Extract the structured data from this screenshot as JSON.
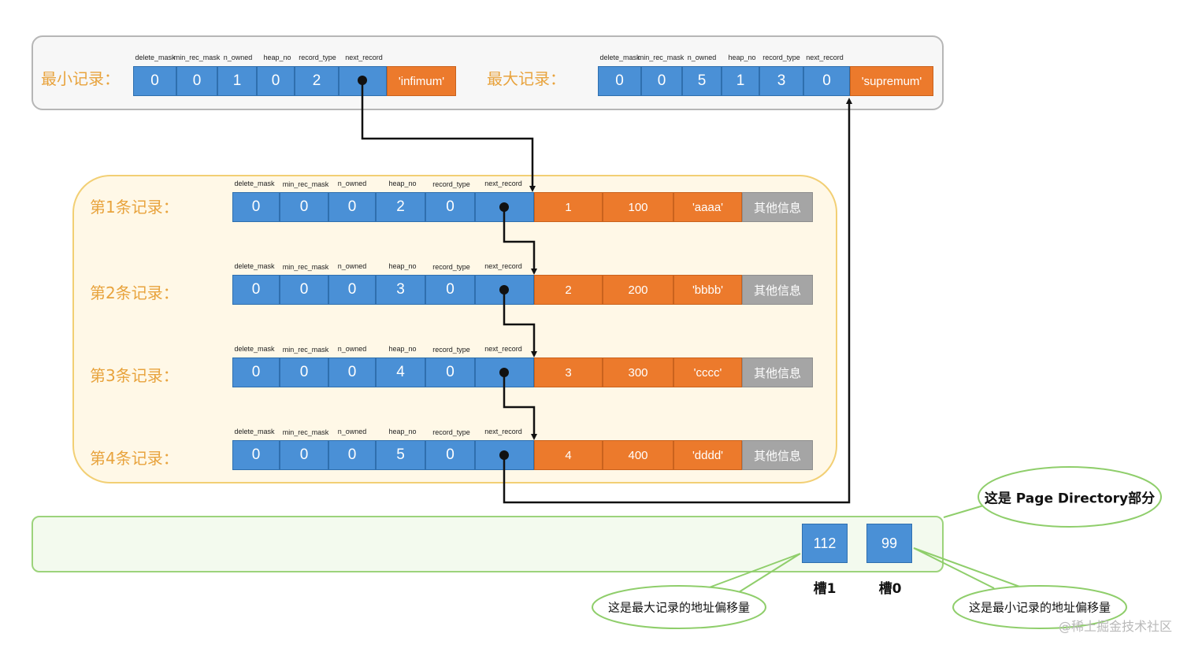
{
  "headers": {
    "delete_mask": "delete_mask",
    "min_rec_mask": "min_rec_mask",
    "n_owned": "n_owned",
    "heap_no": "heap_no",
    "record_type": "record_type",
    "next_record": "next_record"
  },
  "infimum": {
    "label": "最小记录：",
    "values": [
      "0",
      "0",
      "1",
      "0",
      "2"
    ],
    "name": "'infimum'"
  },
  "supremum": {
    "label": "最大记录：",
    "values": [
      "0",
      "0",
      "5",
      "1",
      "3",
      "0"
    ],
    "name": "'supremum'"
  },
  "records": [
    {
      "label": "第1条记录：",
      "values": [
        "0",
        "0",
        "0",
        "2",
        "0"
      ],
      "id": "1",
      "num": "100",
      "str": "'aaaa'",
      "other": "其他信息"
    },
    {
      "label": "第2条记录：",
      "values": [
        "0",
        "0",
        "0",
        "3",
        "0"
      ],
      "id": "2",
      "num": "200",
      "str": "'bbbb'",
      "other": "其他信息"
    },
    {
      "label": "第3条记录：",
      "values": [
        "0",
        "0",
        "0",
        "4",
        "0"
      ],
      "id": "3",
      "num": "300",
      "str": "'cccc'",
      "other": "其他信息"
    },
    {
      "label": "第4条记录：",
      "values": [
        "0",
        "0",
        "0",
        "5",
        "0"
      ],
      "id": "4",
      "num": "400",
      "str": "'dddd'",
      "other": "其他信息"
    }
  ],
  "directory": {
    "slots": [
      {
        "value": "112",
        "label": "槽1"
      },
      {
        "value": "99",
        "label": "槽0"
      }
    ],
    "callout_page_directory": "这是 Page Directory部分",
    "callout_max": "这是最大记录的地址偏移量",
    "callout_min": "这是最小记录的地址偏移量"
  },
  "watermark": "@稀土掘金技术社区",
  "colors": {
    "field_blue": "#4a90d6",
    "data_orange": "#ec7a2c",
    "other_gray": "#a5a5a5",
    "label_gold": "#e8a33d",
    "records_panel_border": "#f2cf74",
    "directory_border": "#9cd37b"
  }
}
